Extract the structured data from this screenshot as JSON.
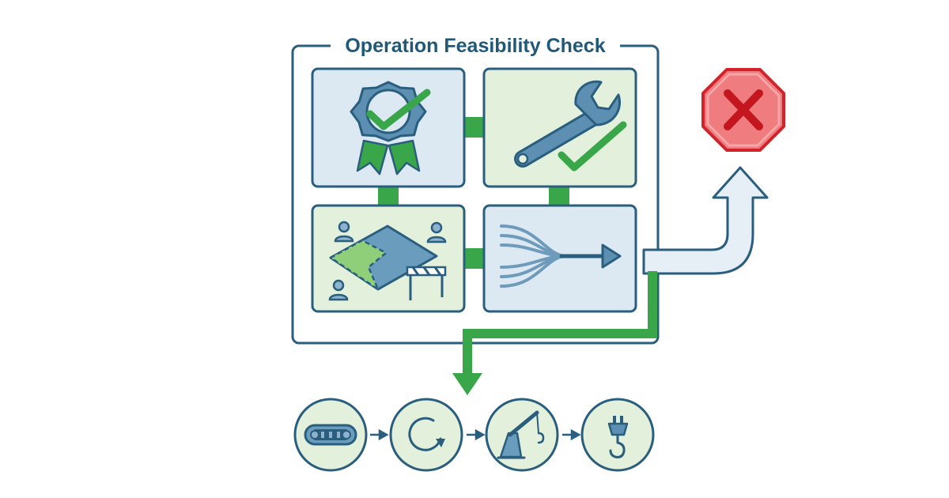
{
  "title": "Operation Feasibility Check",
  "colors": {
    "navy": "#2a5e7e",
    "green": "#3aa64a",
    "panel_blue": "#dce9f3",
    "panel_green": "#e2f0dc",
    "stop_red": "#d2232a",
    "stop_fill": "#ef7d80",
    "background": "#ffffff"
  },
  "checks": [
    {
      "icon": "certified-badge-check-icon",
      "panel": "panel_blue"
    },
    {
      "icon": "wrench-check-icon",
      "panel": "panel_green"
    },
    {
      "icon": "site-area-barrier-icon",
      "panel": "panel_green"
    },
    {
      "icon": "merging-flow-arrow-icon",
      "panel": "panel_blue"
    }
  ],
  "outcomes": {
    "reject": {
      "icon": "stop-sign-x-icon",
      "color": "stop_red"
    },
    "proceed": {
      "color": "green"
    }
  },
  "steps": [
    {
      "icon": "conveyor-belt-icon"
    },
    {
      "icon": "rotation-cycle-icon"
    },
    {
      "icon": "crane-icon"
    },
    {
      "icon": "lifting-hook-icon"
    }
  ]
}
